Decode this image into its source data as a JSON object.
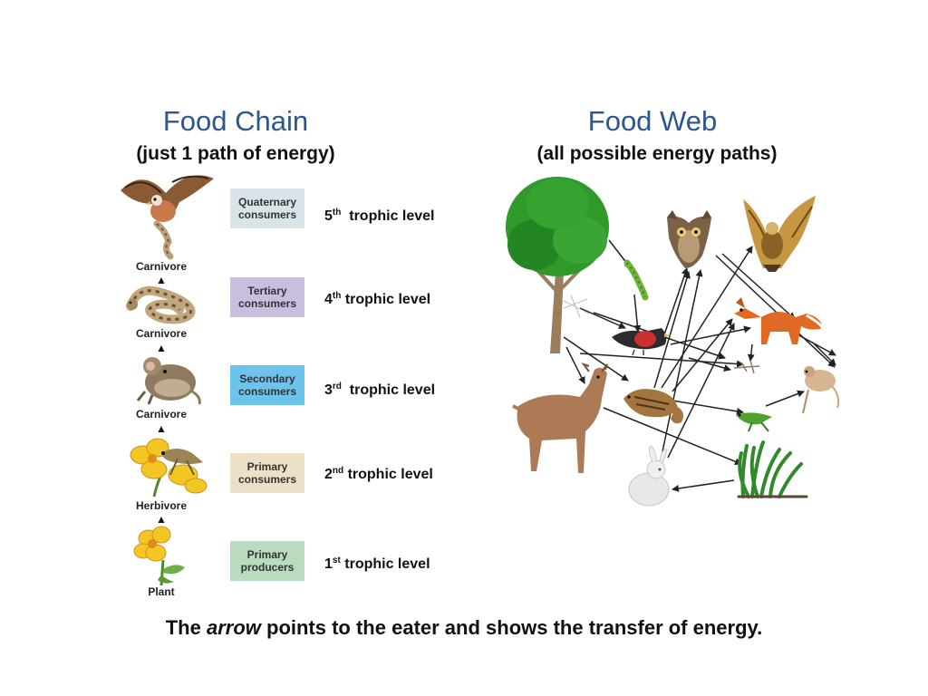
{
  "food_chain": {
    "title": "Food Chain",
    "subtitle": "(just 1 path of energy)",
    "levels": [
      {
        "box": "Quaternary consumers",
        "color": "#d9e4e8",
        "ordinal_num": "5",
        "ordinal_suffix": "th",
        "text": "trophic level"
      },
      {
        "box": "Tertiary consumers",
        "color": "#c9bde0",
        "ordinal_num": "4",
        "ordinal_suffix": "th",
        "text": "trophic level"
      },
      {
        "box": "Secondary consumers",
        "color": "#6cc3ec",
        "ordinal_num": "3",
        "ordinal_suffix": "rd",
        "text": "trophic level"
      },
      {
        "box": "Primary consumers",
        "color": "#ece0c8",
        "ordinal_num": "2",
        "ordinal_suffix": "nd",
        "text": "trophic level"
      },
      {
        "box": "Primary producers",
        "color": "#b9dcbf",
        "ordinal_num": "1",
        "ordinal_suffix": "st",
        "text": "trophic level"
      }
    ],
    "roles": [
      "Carnivore",
      "Carnivore",
      "Carnivore",
      "Herbivore",
      "Plant"
    ],
    "organisms": [
      "hawk",
      "snake",
      "mouse",
      "grasshopper",
      "plant"
    ]
  },
  "food_web": {
    "title": "Food Web",
    "subtitle": "(all possible energy paths)",
    "organisms": [
      "tree",
      "caterpillar",
      "owl",
      "hawk",
      "fox",
      "bird",
      "deer",
      "chipmunk",
      "mouse",
      "grasshopper",
      "rabbit",
      "grass"
    ]
  },
  "caption": {
    "before": "The ",
    "emphasis": "arrow",
    "after": " points to the eater and shows the transfer of energy."
  },
  "colors": {
    "title": "#2c5690",
    "arrow": "#222222"
  }
}
